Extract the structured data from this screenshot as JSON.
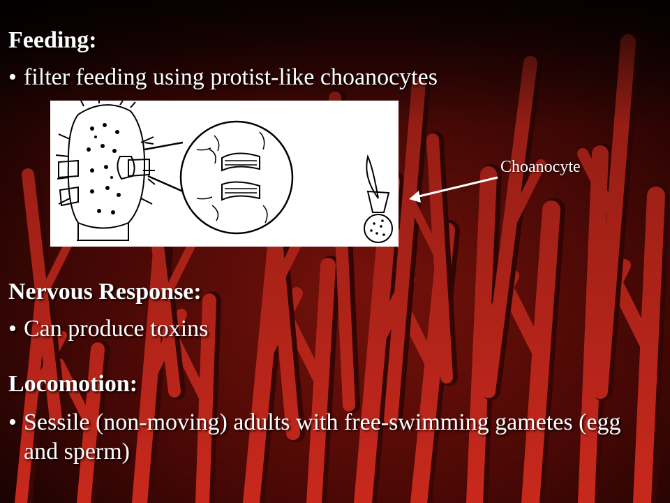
{
  "sections": {
    "feeding": {
      "heading": "Feeding:",
      "bullets": [
        "filter feeding using protist-like choanocytes"
      ]
    },
    "nervous": {
      "heading": "Nervous Response:",
      "bullets": [
        "Can produce toxins"
      ]
    },
    "locomotion": {
      "heading": "Locomotion:",
      "bullets": [
        "Sessile (non-moving) adults with free-swimming gametes (egg and sperm)"
      ]
    }
  },
  "diagram": {
    "label": "Choanocyte",
    "icon": "sponge-choanocyte-diagram"
  },
  "background": {
    "icon": "red-sponge-photo",
    "colors": {
      "sponge": "#c8281c",
      "shadow": "#3a0604",
      "dark": "#0a0202"
    }
  },
  "bullet_symbol": "•"
}
